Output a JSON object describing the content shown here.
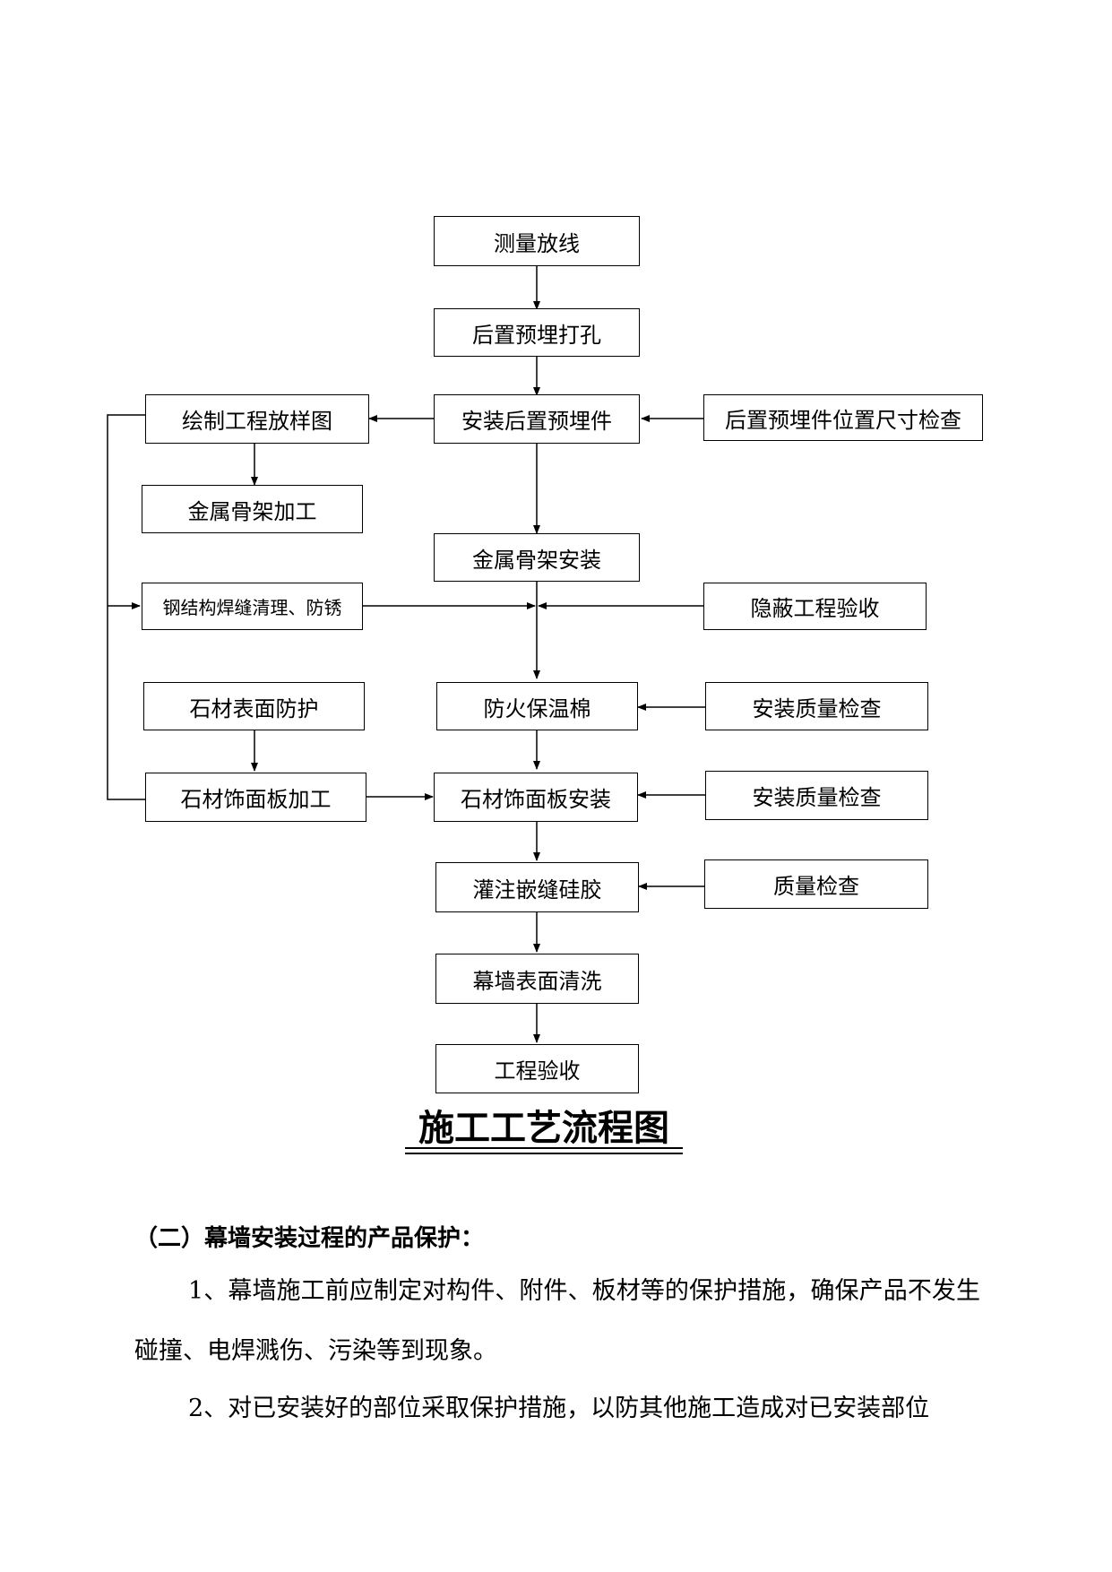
{
  "flowchart": {
    "nodes": {
      "survey": "测量放线",
      "drill": "后置预埋打孔",
      "install_embedded": "安装后置预埋件",
      "check_embedded": "后置预埋件位置尺寸检查",
      "draw_layout": "绘制工程放样图",
      "frame_processing": "金属骨架加工",
      "frame_install": "金属骨架安装",
      "weld_clean": "钢结构焊缝清理、防锈",
      "concealed_acceptance": "隐蔽工程验收",
      "stone_protection": "石材表面防护",
      "fireproof": "防火保温棉",
      "quality_check_1": "安装质量检查",
      "stone_processing": "石材饰面板加工",
      "stone_install": "石材饰面板安装",
      "quality_check_2": "安装质量检查",
      "sealant": "灌注嵌缝硅胶",
      "quality_check_3": "质量检查",
      "cleaning": "幕墙表面清洗",
      "acceptance": "工程验收"
    },
    "title": "施工工艺流程图"
  },
  "section": {
    "heading": "（二）幕墙安装过程的产品保护：",
    "paragraphs": [
      "1、幕墙施工前应制定对构件、附件、板材等的保护措施，确保产品不发生碰撞、电焊溅伤、污染等到现象。",
      "2、对已安装好的部位采取保护措施，以防其他施工造成对已安装部位"
    ]
  }
}
